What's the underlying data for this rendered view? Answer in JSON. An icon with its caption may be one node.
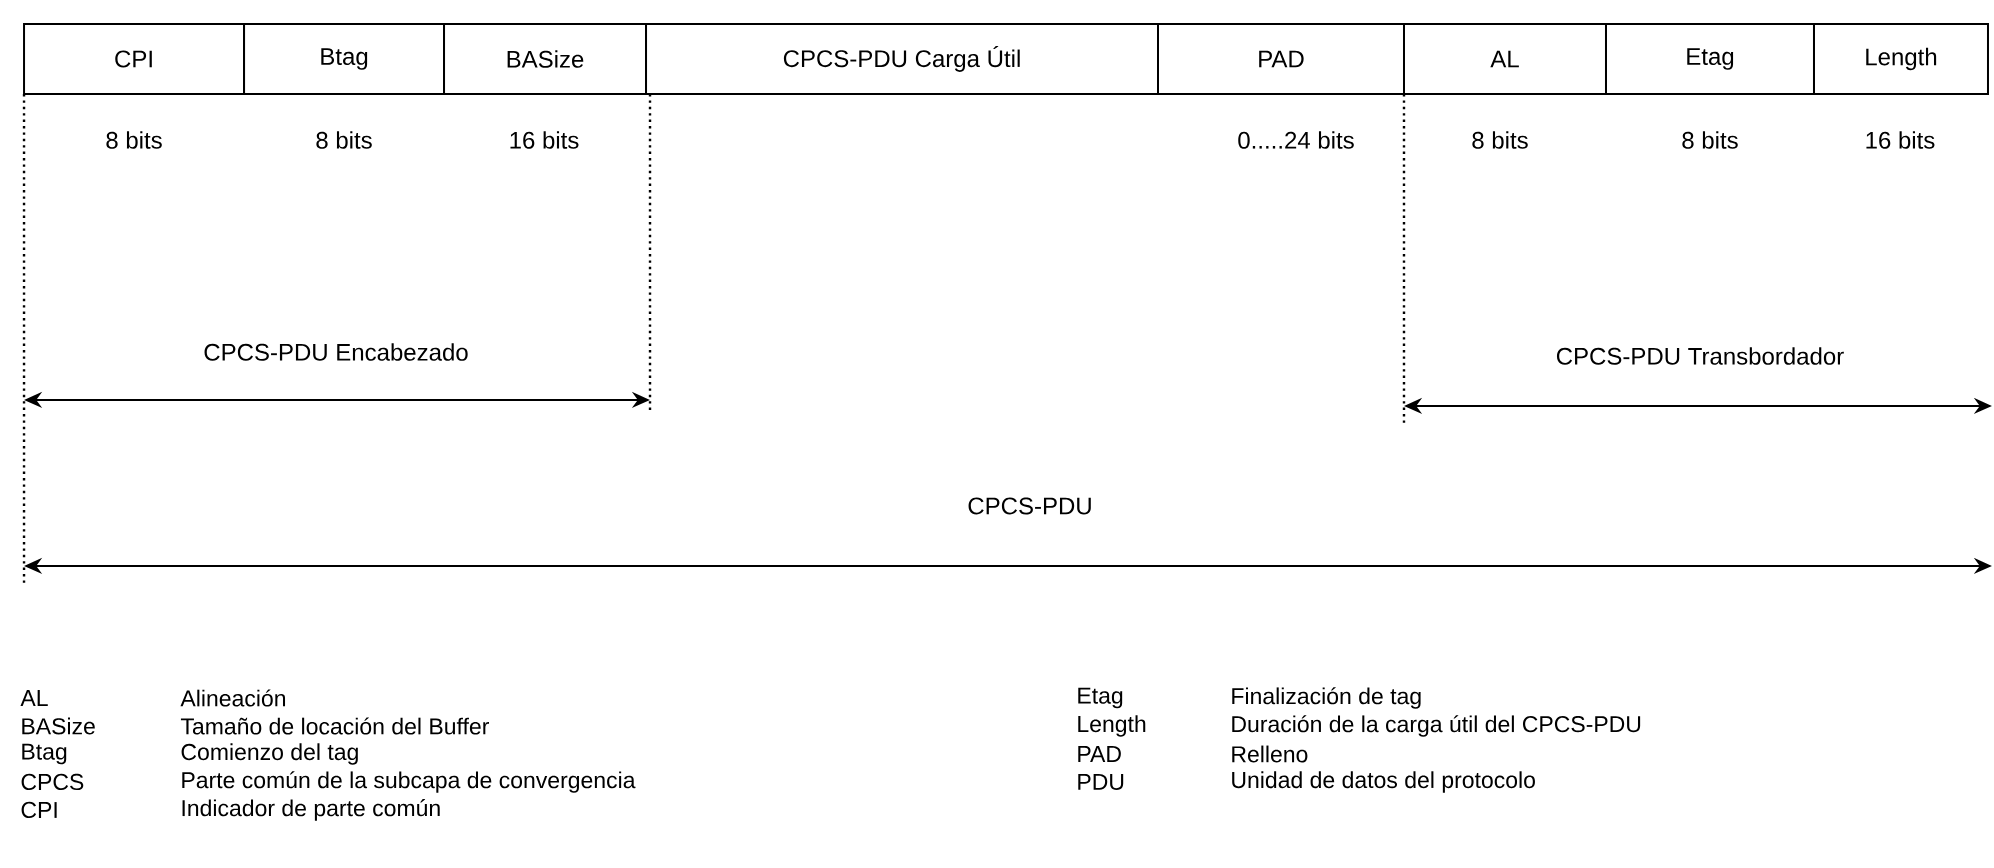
{
  "diagram": {
    "nodes": [
      {
        "text": [
          "CPI"
        ],
        "beside": [
          "8 bits"
        ]
      },
      {
        "text": [
          "Btag"
        ],
        "beside": [
          "8 bits"
        ]
      },
      {
        "text": [
          "BASize"
        ],
        "beside": [
          "16 bits"
        ]
      },
      {
        "text": [
          "CPCS-PDU Carga Útil"
        ]
      },
      {
        "text": [
          "PAD"
        ],
        "beside": [
          "0.....24 bits"
        ]
      },
      {
        "text": [
          "AL"
        ],
        "beside": [
          "8 bits"
        ]
      },
      {
        "text": [
          "Etag"
        ],
        "beside": [
          "8 bits"
        ]
      },
      {
        "text": [
          "Length"
        ],
        "beside": [
          "16 bits"
        ]
      }
    ],
    "labels": [
      "CPCS-PDU Encabezado",
      "CPCS-PDU Transbordador",
      "CPCS-PDU",
      "AL",
      "Alineación",
      "Etag",
      "Finalización de tag",
      "BASize",
      "Tamaño de locación del Buffer",
      "Length",
      "Duración de la carga útil del CPCS-PDU",
      "Btag",
      "Comienzo del tag",
      "PAD",
      "Relleno",
      "CPCS",
      "Parte común de la subcapa de convergencia",
      "PDU",
      "Unidad de datos del protocolo",
      "CPI",
      "Indicador de parte común"
    ]
  }
}
